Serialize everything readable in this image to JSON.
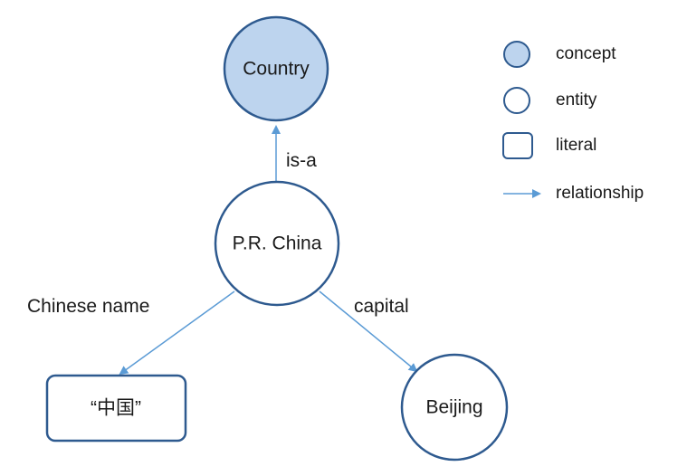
{
  "colors": {
    "stroke": "#2e5a8f",
    "concept_fill": "#bdd4ee",
    "edge": "#5b9bd5"
  },
  "nodes": {
    "country": {
      "label": "Country",
      "kind": "concept"
    },
    "china": {
      "label": "P.R. China",
      "kind": "entity"
    },
    "beijing": {
      "label": "Beijing",
      "kind": "entity"
    },
    "chinese_literal": {
      "label": "“中国”",
      "kind": "literal"
    }
  },
  "edges": {
    "is_a": {
      "label": "is-a",
      "from": "P.R. China",
      "to": "Country"
    },
    "chinese_name": {
      "label": "Chinese name",
      "from": "P.R. China",
      "to": "“中国”"
    },
    "capital": {
      "label": "capital",
      "from": "P.R. China",
      "to": "Beijing"
    }
  },
  "legend": {
    "concept": "concept",
    "entity": "entity",
    "literal": "literal",
    "relationship": "relationship"
  }
}
